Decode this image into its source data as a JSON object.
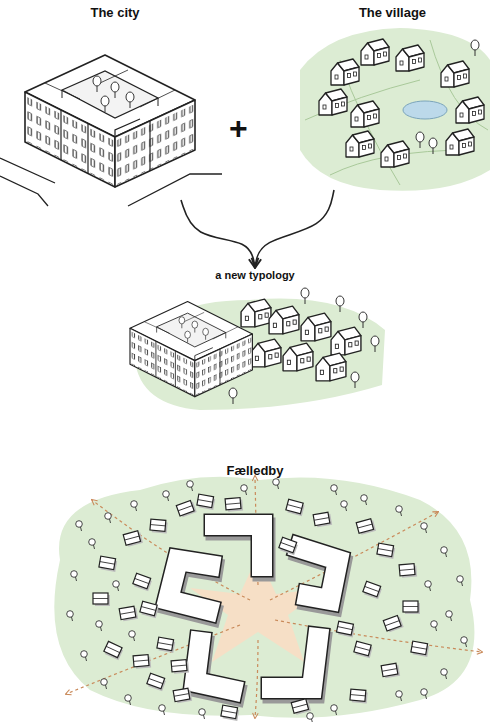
{
  "diagram": {
    "nodes": [
      {
        "text": [
          "The city"
        ]
      },
      {
        "text": [
          "The village"
        ]
      },
      {
        "text": [
          "a new typology"
        ]
      },
      {
        "text": [
          "Fælledby"
        ]
      }
    ],
    "edges": [
      {
        "from": 0,
        "to": 2,
        "arrow": "to"
      },
      {
        "from": 1,
        "to": 2,
        "arrow": "to"
      }
    ],
    "labels": [
      "+"
    ]
  }
}
